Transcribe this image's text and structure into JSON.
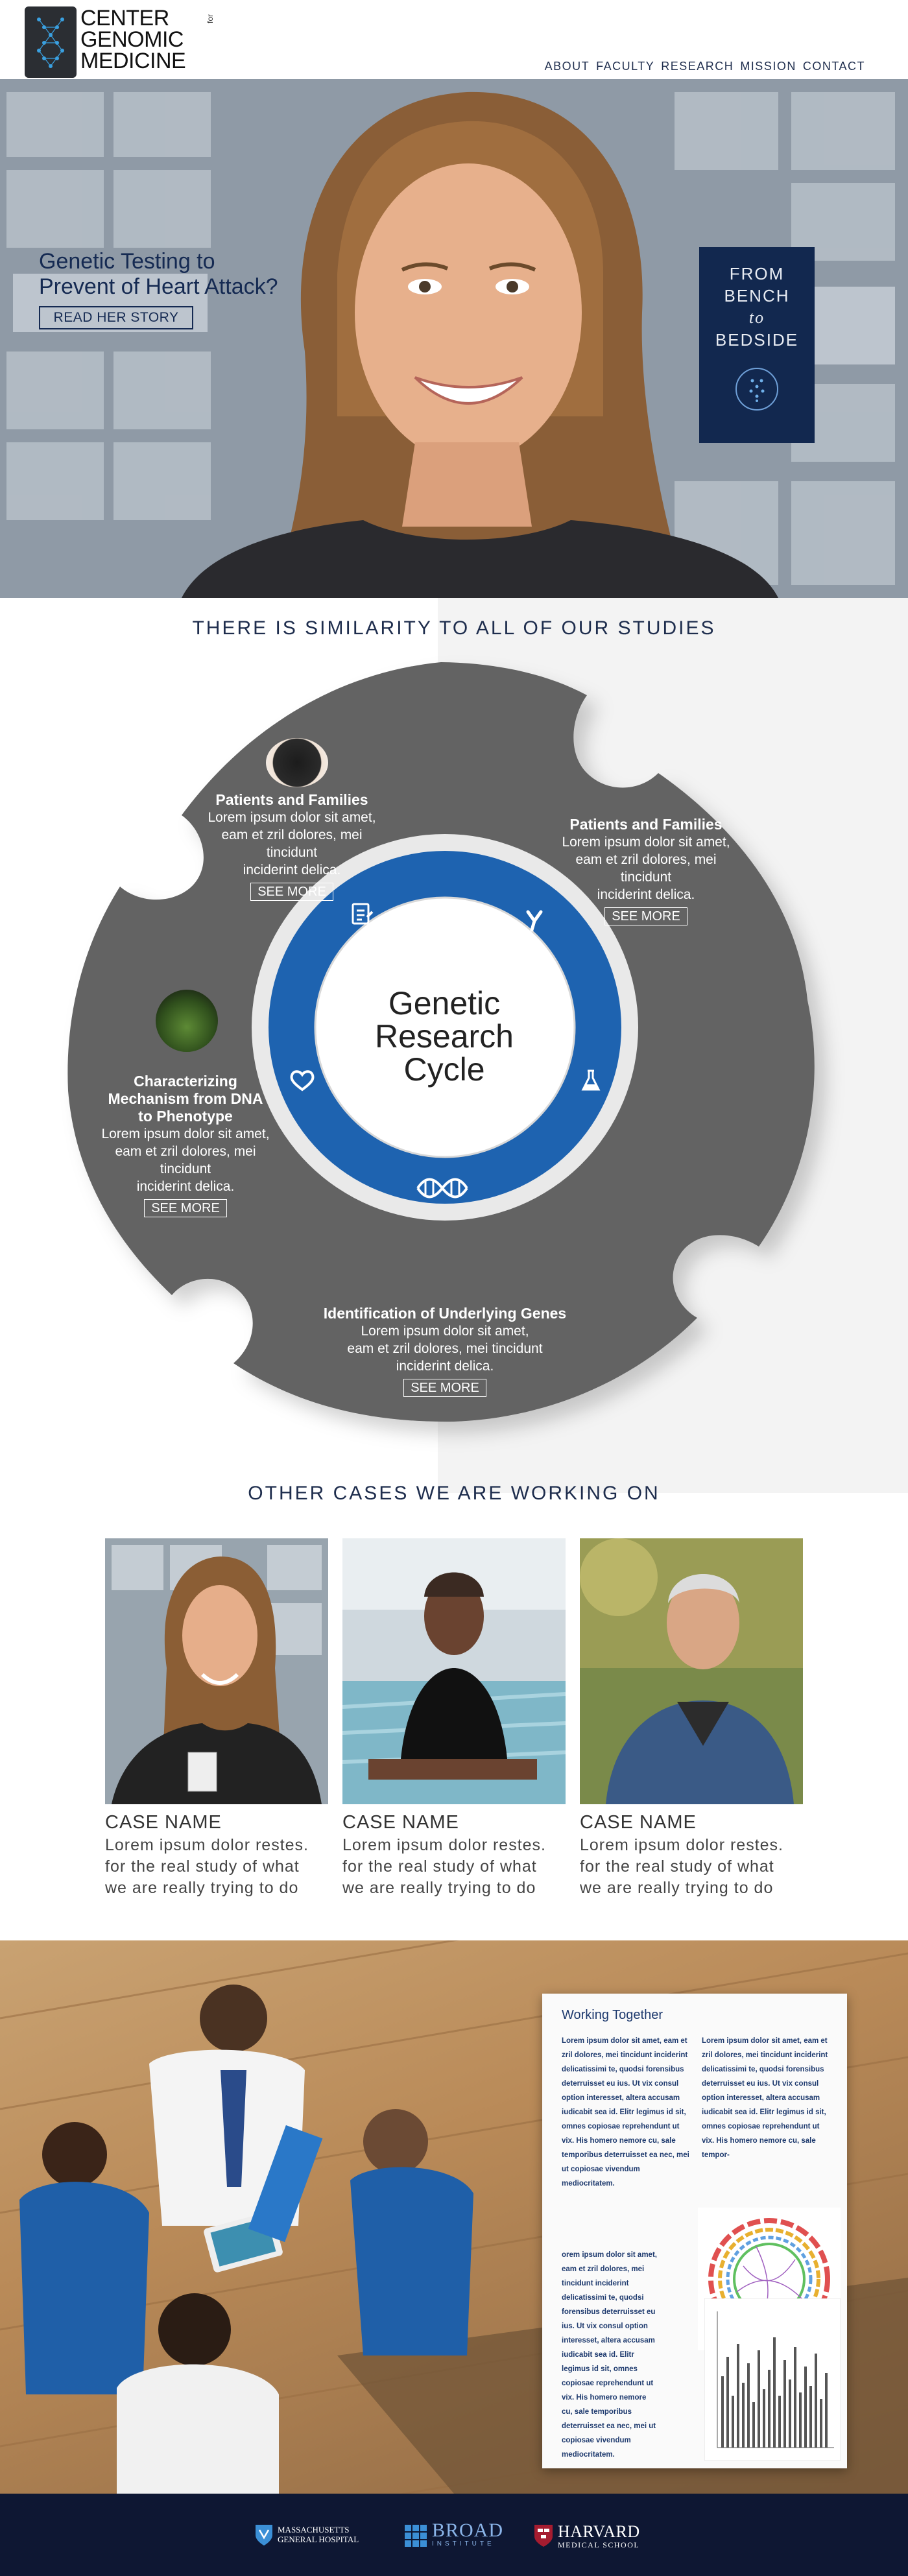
{
  "header": {
    "logo": {
      "line1": "CENTER",
      "for": "for",
      "line2": "GENOMIC",
      "line3": "MEDICINE"
    },
    "nav": [
      "ABOUT",
      "FACULTY",
      "RESEARCH",
      "MISSION",
      "CONTACT"
    ]
  },
  "hero": {
    "headline_l1": "Genetic Testing to",
    "headline_l2": "Prevent of Heart Attack?",
    "cta": "READ HER STORY",
    "bench": {
      "l1": "FROM",
      "l2": "BENCH",
      "l3": "to",
      "l4": "BEDSIDE"
    }
  },
  "cycle": {
    "title": "THERE IS SIMILARITY TO ALL OF OUR STUDIES",
    "center_l1": "Genetic",
    "center_l2": "Research",
    "center_l3": "Cycle",
    "segments": [
      {
        "title": "Patients and Families",
        "b1": "Lorem ipsum dolor sit amet,",
        "b2": "eam et zril dolores, mei tincidunt",
        "b3": "inciderint delica.",
        "more": "SEE MORE"
      },
      {
        "title": "Patients and Families",
        "b1": "Lorem ipsum dolor sit amet,",
        "b2": "eam et zril dolores, mei tincidunt",
        "b3": "inciderint delica.",
        "more": "SEE MORE"
      },
      {
        "t1": "Characterizing",
        "t2": "Mechanism from DNA",
        "t3": "to Phenotype",
        "b1": "Lorem ipsum dolor sit amet,",
        "b2": "eam et zril dolores, mei tincidunt",
        "b3": "inciderint delica.",
        "more": "SEE MORE"
      },
      {
        "title": "Identification of Underlying Genes",
        "b1": "Lorem ipsum dolor sit amet,",
        "b2": "eam et zril dolores, mei tincidunt",
        "b3": "inciderint delica.",
        "more": "SEE MORE"
      }
    ]
  },
  "cases": {
    "title": "OTHER CASES WE ARE WORKING ON",
    "items": [
      {
        "name": "CASE NAME",
        "d1": "Lorem ipsum dolor restes.",
        "d2": "for the real study of what",
        "d3": "we are really trying to do"
      },
      {
        "name": "CASE NAME",
        "d1": "Lorem ipsum dolor restes.",
        "d2": "for the real study of what",
        "d3": "we are really trying to do"
      },
      {
        "name": "CASE NAME",
        "d1": "Lorem ipsum dolor restes.",
        "d2": "for the real study of what",
        "d3": "we are really trying to do"
      }
    ]
  },
  "together": {
    "title": "Working Together",
    "col1": "Lorem ipsum dolor sit amet, eam et zril dolores, mei tincidunt inciderint delicatissimi te, quodsi forensibus deterruisset eu ius. Ut vix consul option interesset, altera accusam iudicabit sea id. Elitr legimus id sit, omnes copiosae reprehendunt ut vix. His homero nemore cu, sale temporibus deterruisset ea nec, mei ut copiosae vivendum mediocritatem.",
    "col1b": "orem ipsum dolor sit amet, eam et zril dolores, mei tincidunt inciderint delicatissimi te, quodsi forensibus deterruisset eu ius. Ut vix consul option interesset, altera accusam iudicabit sea id. Elitr legimus id sit, omnes copiosae reprehendunt ut vix. His homero nemore cu, sale temporibus deterruisset ea nec, mei ut copiosae vivendum mediocritatem.",
    "col2": "Lorem ipsum dolor sit amet, eam et zril dolores, mei tincidunt inciderint delicatissimi te, quodsi forensibus deterruisset eu ius. Ut vix consul option interesset, altera accusam iudicabit sea id. Elitr legimus id sit, omnes copiosae reprehendunt ut vix. His homero nemore cu, sale tempor-"
  },
  "footer": {
    "mgh_l1": "MASSACHUSETTS",
    "mgh_l2": "GENERAL HOSPITAL",
    "broad_l1": "BROAD",
    "broad_l2": "INSTITUTE",
    "harvard_l1": "HARVARD",
    "harvard_l2": "MEDICAL SCHOOL"
  },
  "colors": {
    "navy": "#12284f",
    "wheel_gray": "#646464",
    "ring_blue": "#1e63b0",
    "footer": "#0e1733"
  }
}
